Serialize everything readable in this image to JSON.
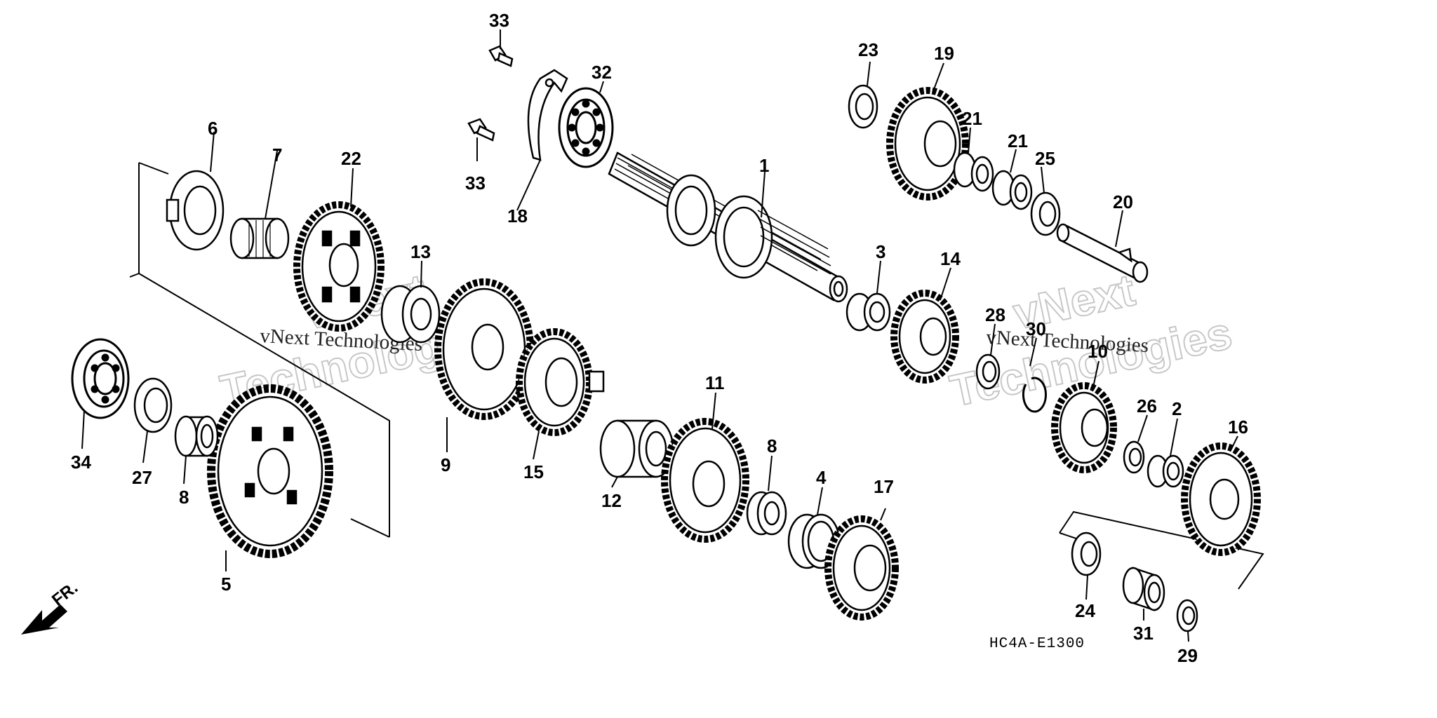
{
  "diagram": {
    "code": "HC4A-E1300",
    "front_marker": "FR.",
    "watermark": {
      "line": "vNext Technologies",
      "big_top": "vNext",
      "big_bottom": "Technologies"
    },
    "callouts": [
      "33",
      "32",
      "23",
      "19",
      "6",
      "7",
      "22",
      "33",
      "18",
      "1",
      "21",
      "21",
      "25",
      "20",
      "13",
      "3",
      "14",
      "28",
      "30",
      "10",
      "9",
      "26",
      "2",
      "16",
      "34",
      "27",
      "8",
      "5",
      "15",
      "11",
      "8",
      "4",
      "12",
      "17",
      "24",
      "31",
      "29"
    ]
  }
}
